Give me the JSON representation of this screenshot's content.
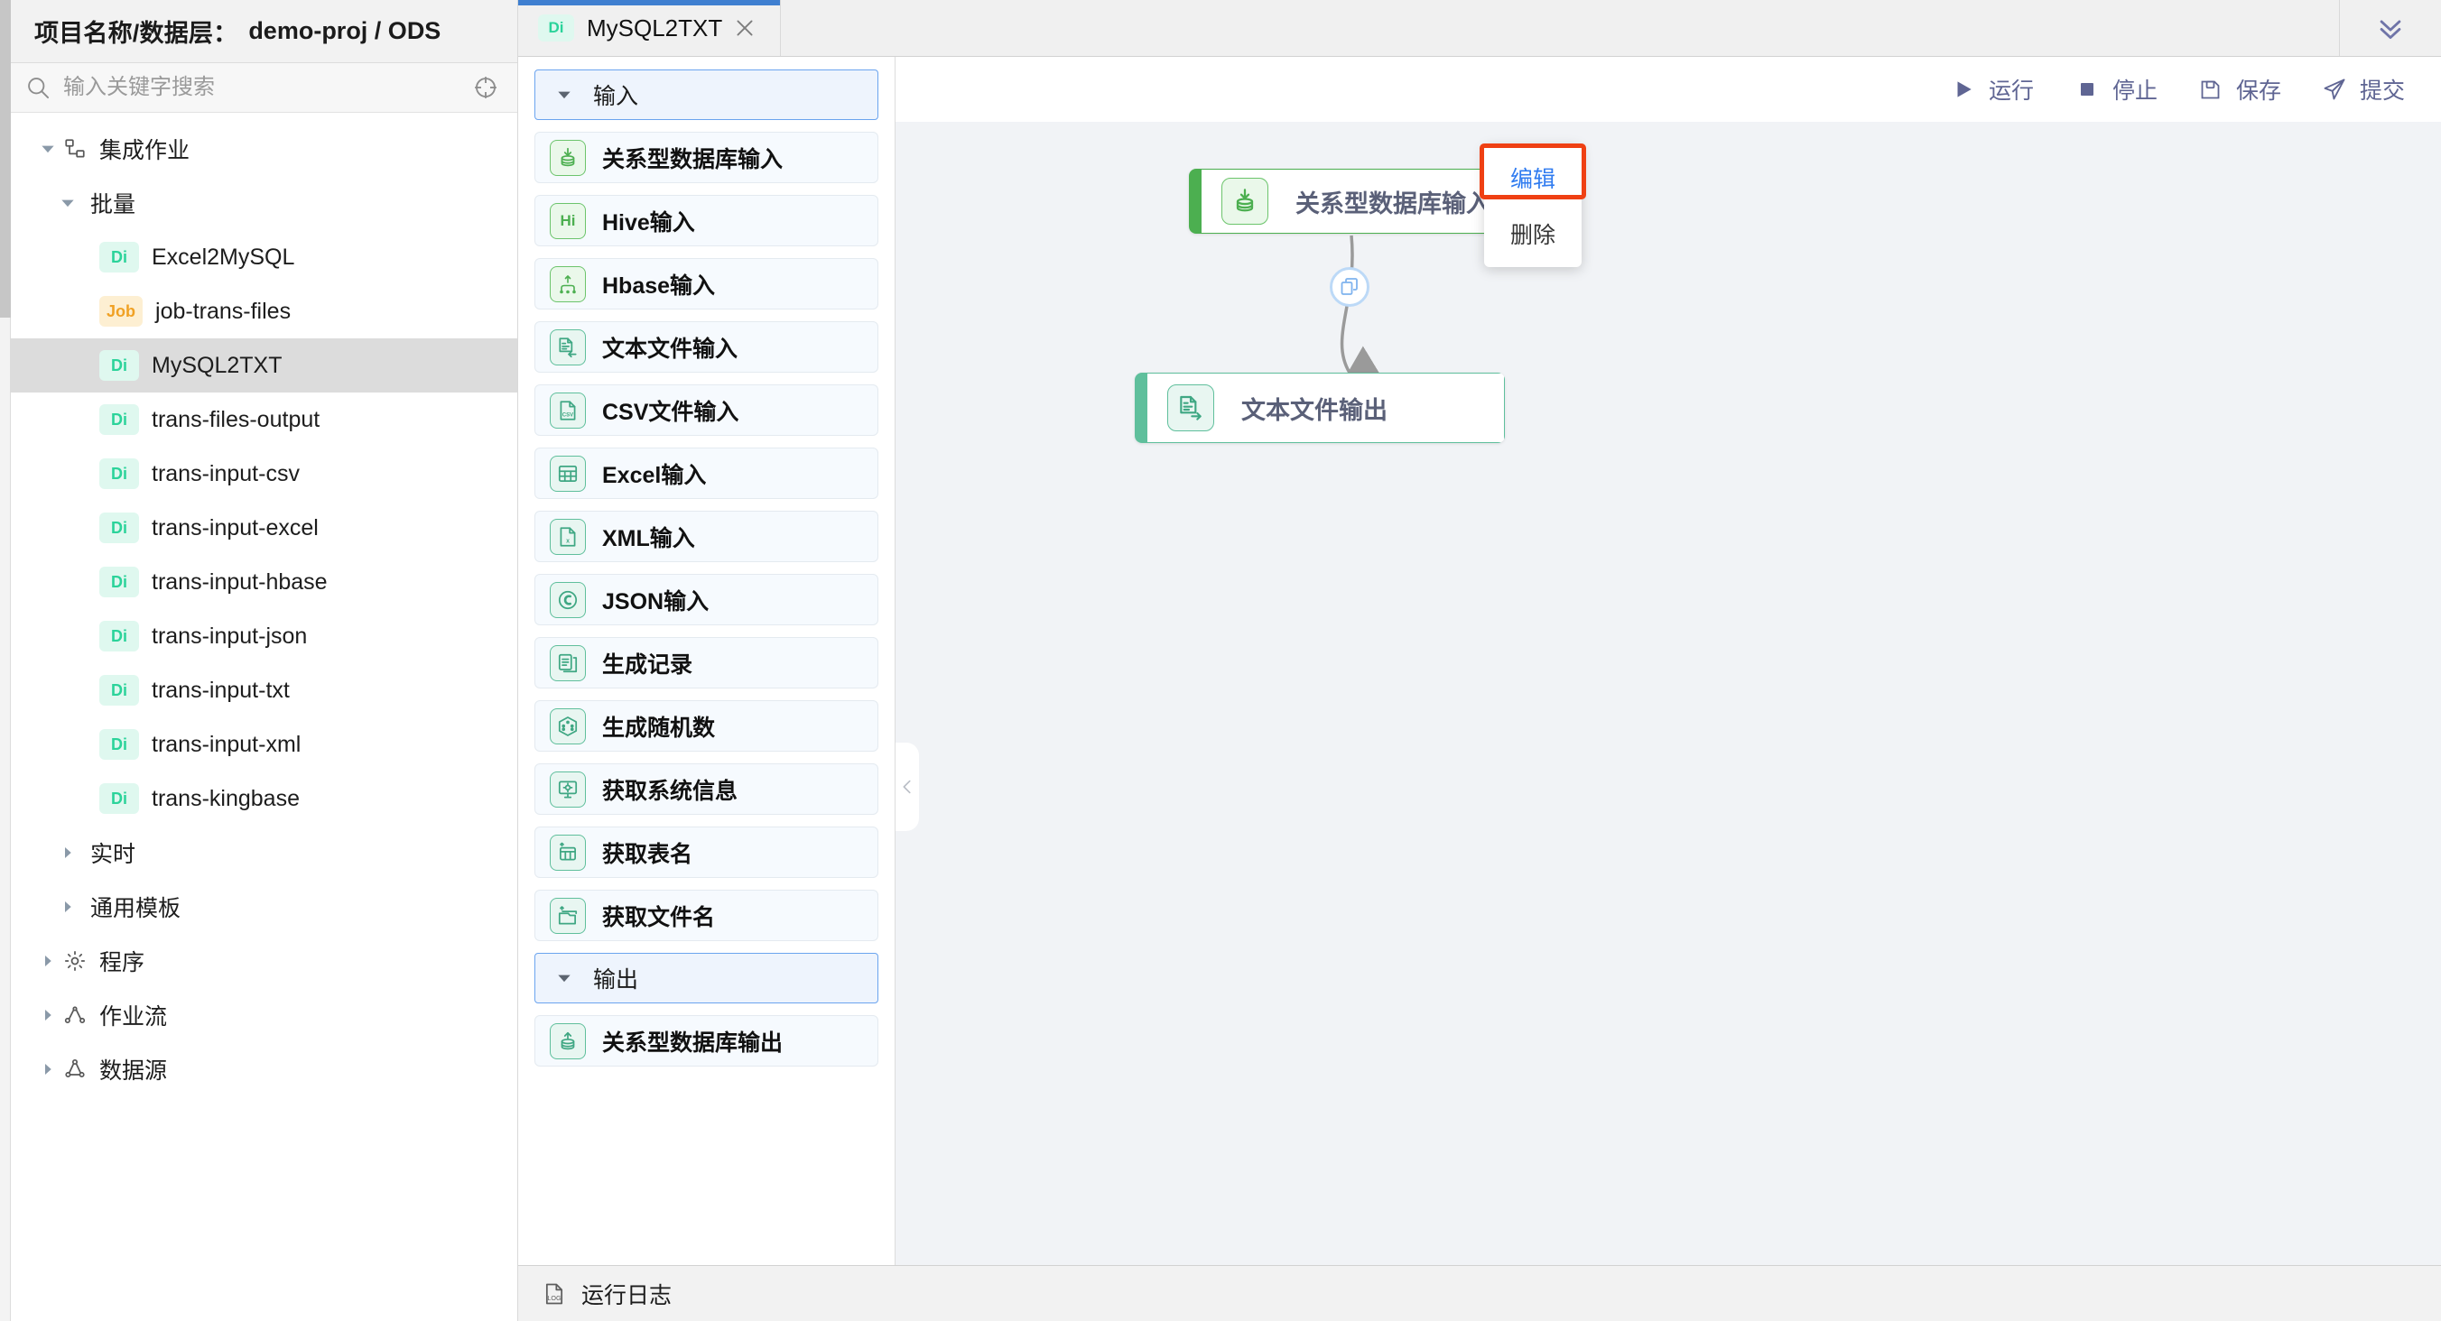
{
  "project_header": {
    "label": "项目名称/数据层：",
    "value": "demo-proj / ODS"
  },
  "search": {
    "placeholder": "输入关键字搜索",
    "value": "",
    "search_icon": "search-icon",
    "locate_icon": "crosshair-target-icon"
  },
  "tree": [
    {
      "label": "集成作业",
      "depth": 0,
      "caret": "down",
      "icon": "sitemap-icon",
      "badge": null,
      "selected": false
    },
    {
      "label": "批量",
      "depth": 1,
      "caret": "down",
      "icon": null,
      "badge": null,
      "selected": false
    },
    {
      "label": "Excel2MySQL",
      "depth": 2,
      "caret": "none",
      "icon": null,
      "badge": "Di",
      "badge_type": "di",
      "selected": false
    },
    {
      "label": "job-trans-files",
      "depth": 2,
      "caret": "none",
      "icon": null,
      "badge": "Job",
      "badge_type": "job",
      "selected": false
    },
    {
      "label": "MySQL2TXT",
      "depth": 2,
      "caret": "none",
      "icon": null,
      "badge": "Di",
      "badge_type": "di",
      "selected": true
    },
    {
      "label": "trans-files-output",
      "depth": 2,
      "caret": "none",
      "icon": null,
      "badge": "Di",
      "badge_type": "di",
      "selected": false
    },
    {
      "label": "trans-input-csv",
      "depth": 2,
      "caret": "none",
      "icon": null,
      "badge": "Di",
      "badge_type": "di",
      "selected": false
    },
    {
      "label": "trans-input-excel",
      "depth": 2,
      "caret": "none",
      "icon": null,
      "badge": "Di",
      "badge_type": "di",
      "selected": false
    },
    {
      "label": "trans-input-hbase",
      "depth": 2,
      "caret": "none",
      "icon": null,
      "badge": "Di",
      "badge_type": "di",
      "selected": false
    },
    {
      "label": "trans-input-json",
      "depth": 2,
      "caret": "none",
      "icon": null,
      "badge": "Di",
      "badge_type": "di",
      "selected": false
    },
    {
      "label": "trans-input-txt",
      "depth": 2,
      "caret": "none",
      "icon": null,
      "badge": "Di",
      "badge_type": "di",
      "selected": false
    },
    {
      "label": "trans-input-xml",
      "depth": 2,
      "caret": "none",
      "icon": null,
      "badge": "Di",
      "badge_type": "di",
      "selected": false
    },
    {
      "label": "trans-kingbase",
      "depth": 2,
      "caret": "none",
      "icon": null,
      "badge": "Di",
      "badge_type": "di",
      "selected": false
    },
    {
      "label": "实时",
      "depth": 1,
      "caret": "right",
      "icon": null,
      "badge": null,
      "selected": false
    },
    {
      "label": "通用模板",
      "depth": 1,
      "caret": "right",
      "icon": null,
      "badge": null,
      "selected": false
    },
    {
      "label": "程序",
      "depth": 0,
      "caret": "right",
      "icon": "gear-icon",
      "badge": null,
      "selected": false
    },
    {
      "label": "作业流",
      "depth": 0,
      "caret": "right",
      "icon": "workflow-icon",
      "badge": null,
      "selected": false
    },
    {
      "label": "数据源",
      "depth": 0,
      "caret": "right",
      "icon": "datasource-icon",
      "badge": null,
      "selected": false
    }
  ],
  "tabs": [
    {
      "badge": "Di",
      "title": "MySQL2TXT",
      "active": true,
      "close_icon": "close-icon"
    }
  ],
  "collapse_all_icon": "double-chevron-down-icon",
  "palette": [
    {
      "kind": "group",
      "label": "输入",
      "caret": "down"
    },
    {
      "kind": "item",
      "label": "关系型数据库输入",
      "icon": "database-download-icon",
      "tone": "green"
    },
    {
      "kind": "item",
      "label": "Hive输入",
      "icon": "hive-icon",
      "tone": "green"
    },
    {
      "kind": "item",
      "label": "Hbase输入",
      "icon": "hbase-icon",
      "tone": "green"
    },
    {
      "kind": "item",
      "label": "文本文件输入",
      "icon": "text-file-input-icon",
      "tone": "teal"
    },
    {
      "kind": "item",
      "label": "CSV文件输入",
      "icon": "csv-file-icon",
      "tone": "teal"
    },
    {
      "kind": "item",
      "label": "Excel输入",
      "icon": "table-grid-icon",
      "tone": "teal"
    },
    {
      "kind": "item",
      "label": "XML输入",
      "icon": "xml-file-icon",
      "tone": "teal"
    },
    {
      "kind": "item",
      "label": "JSON输入",
      "icon": "json-circle-icon",
      "tone": "teal"
    },
    {
      "kind": "item",
      "label": "生成记录",
      "icon": "records-icon",
      "tone": "teal"
    },
    {
      "kind": "item",
      "label": "生成随机数",
      "icon": "dice-icon",
      "tone": "teal"
    },
    {
      "kind": "item",
      "label": "获取系统信息",
      "icon": "monitor-gear-icon",
      "tone": "teal"
    },
    {
      "kind": "item",
      "label": "获取表名",
      "icon": "get-table-name-icon",
      "tone": "teal"
    },
    {
      "kind": "item",
      "label": "获取文件名",
      "icon": "get-file-name-icon",
      "tone": "teal"
    },
    {
      "kind": "group",
      "label": "输出",
      "caret": "down"
    },
    {
      "kind": "item",
      "label": "关系型数据库输出",
      "icon": "database-upload-icon",
      "tone": "teal"
    }
  ],
  "toolbar": [
    {
      "label": "运行",
      "icon": "play-icon"
    },
    {
      "label": "停止",
      "icon": "stop-icon"
    },
    {
      "label": "保存",
      "icon": "save-icon"
    },
    {
      "label": "提交",
      "icon": "submit-send-icon"
    }
  ],
  "canvas": {
    "collapse_handle_icon": "chevron-left-icon",
    "nodes": [
      {
        "id": "input",
        "label": "关系型数据库输入",
        "icon": "database-download-icon",
        "tone": "green"
      },
      {
        "id": "output",
        "label": "文本文件输出",
        "icon": "text-file-output-icon",
        "tone": "teal"
      }
    ],
    "edge_button_icon": "copy-duplicate-icon",
    "context_menu": {
      "items": [
        {
          "label": "编辑",
          "highlighted": true
        },
        {
          "label": "删除",
          "highlighted": false
        }
      ]
    }
  },
  "log_bar": {
    "label": "运行日志",
    "icon": "log-file-icon"
  },
  "colors": {
    "tab_active_underline": "#3f7fd0",
    "palette_group_border": "#6ba4ef",
    "node_input_accent": "#4caf50",
    "node_output_accent": "#5fbf9c",
    "menu_edit_text": "#2f7bf0",
    "highlight_box": "#ef4013",
    "toolbar_text": "#5f6593",
    "badge_di_text": "#2bd39a",
    "badge_job_text": "#f0a124"
  }
}
